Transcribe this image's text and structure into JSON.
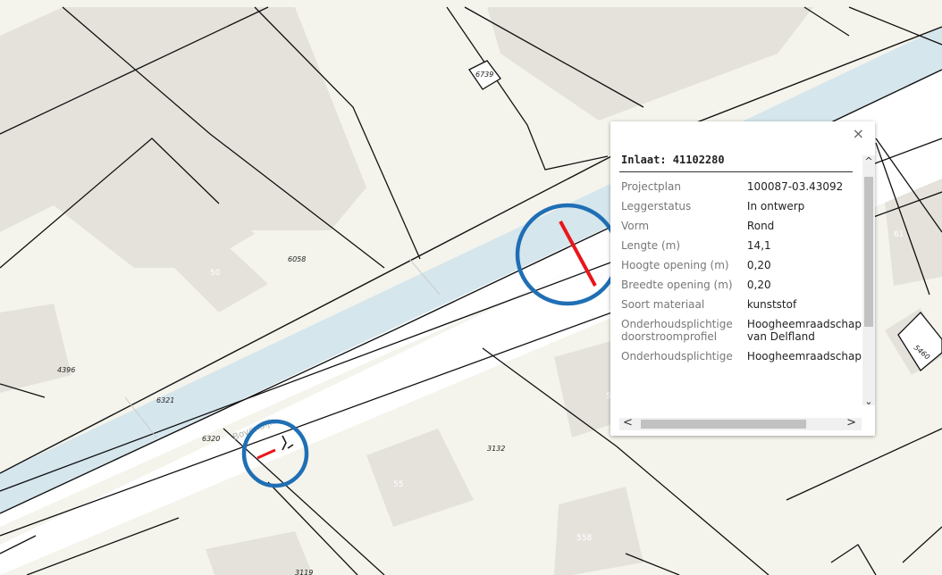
{
  "map": {
    "street_label": "Bovendijk",
    "parcel_labels": [
      "6739",
      "6058",
      "4396",
      "6321",
      "6320",
      "3132",
      "5460",
      "558",
      "3119"
    ],
    "house_numbers": [
      "50",
      "61",
      "55",
      "5"
    ],
    "colors": {
      "background": "#f4f4ec",
      "water": "#d5e6ed",
      "building": "#e5e2dc",
      "road": "#ffffff",
      "line": "#111111",
      "highlight_circle": "#1f6fb5",
      "selected_feature": "#e8161b"
    }
  },
  "popup": {
    "close_icon": "×",
    "title": "Inlaat: 41102280",
    "rows": [
      {
        "key": "Projectplan",
        "value": "100087-03.43092"
      },
      {
        "key": "Leggerstatus",
        "value": "In ontwerp"
      },
      {
        "key": "Vorm",
        "value": "Rond"
      },
      {
        "key": "Lengte (m)",
        "value": "14,1"
      },
      {
        "key": "Hoogte opening (m)",
        "value": "0,20"
      },
      {
        "key": "Breedte opening (m)",
        "value": "0,20"
      },
      {
        "key": "Soort materiaal",
        "value": "kunststof"
      },
      {
        "key": "Onderhoudsplichtige doorstroomprofiel",
        "value": "Hoogheemraadschap van Delfland"
      },
      {
        "key": "Onderhoudsplichtige",
        "value": "Hoogheemraadschap"
      }
    ],
    "scroll_up": "^",
    "scroll_down": "⌄",
    "scroll_left": "<",
    "scroll_right": ">"
  }
}
